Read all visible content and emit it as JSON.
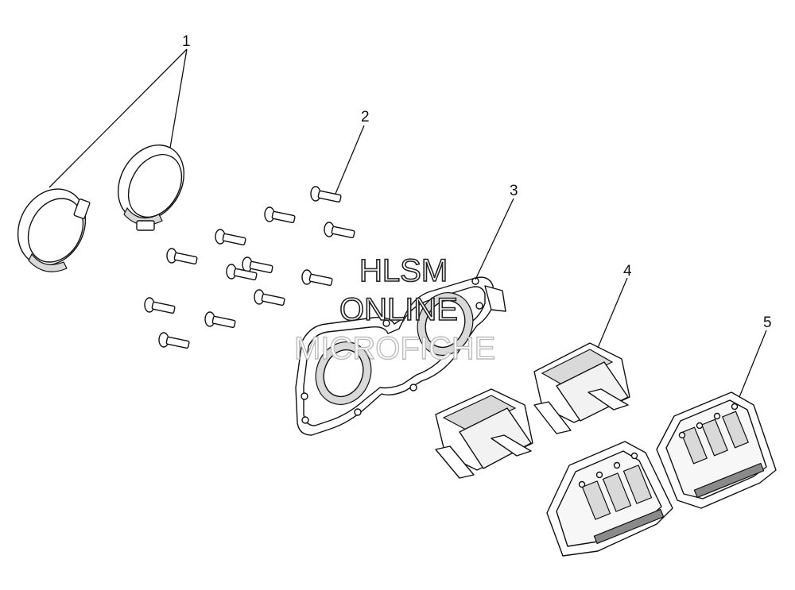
{
  "callouts": [
    {
      "id": "1",
      "label": "1"
    },
    {
      "id": "2",
      "label": "2"
    },
    {
      "id": "3",
      "label": "3"
    },
    {
      "id": "4",
      "label": "4"
    },
    {
      "id": "5",
      "label": "5"
    }
  ],
  "watermark": {
    "line1": "HLSM",
    "line2": "ONLINE",
    "line3": "MICROFICHE"
  },
  "colors": {
    "line": "#111111",
    "background": "#ffffff",
    "shade": "#d9d9d9"
  }
}
